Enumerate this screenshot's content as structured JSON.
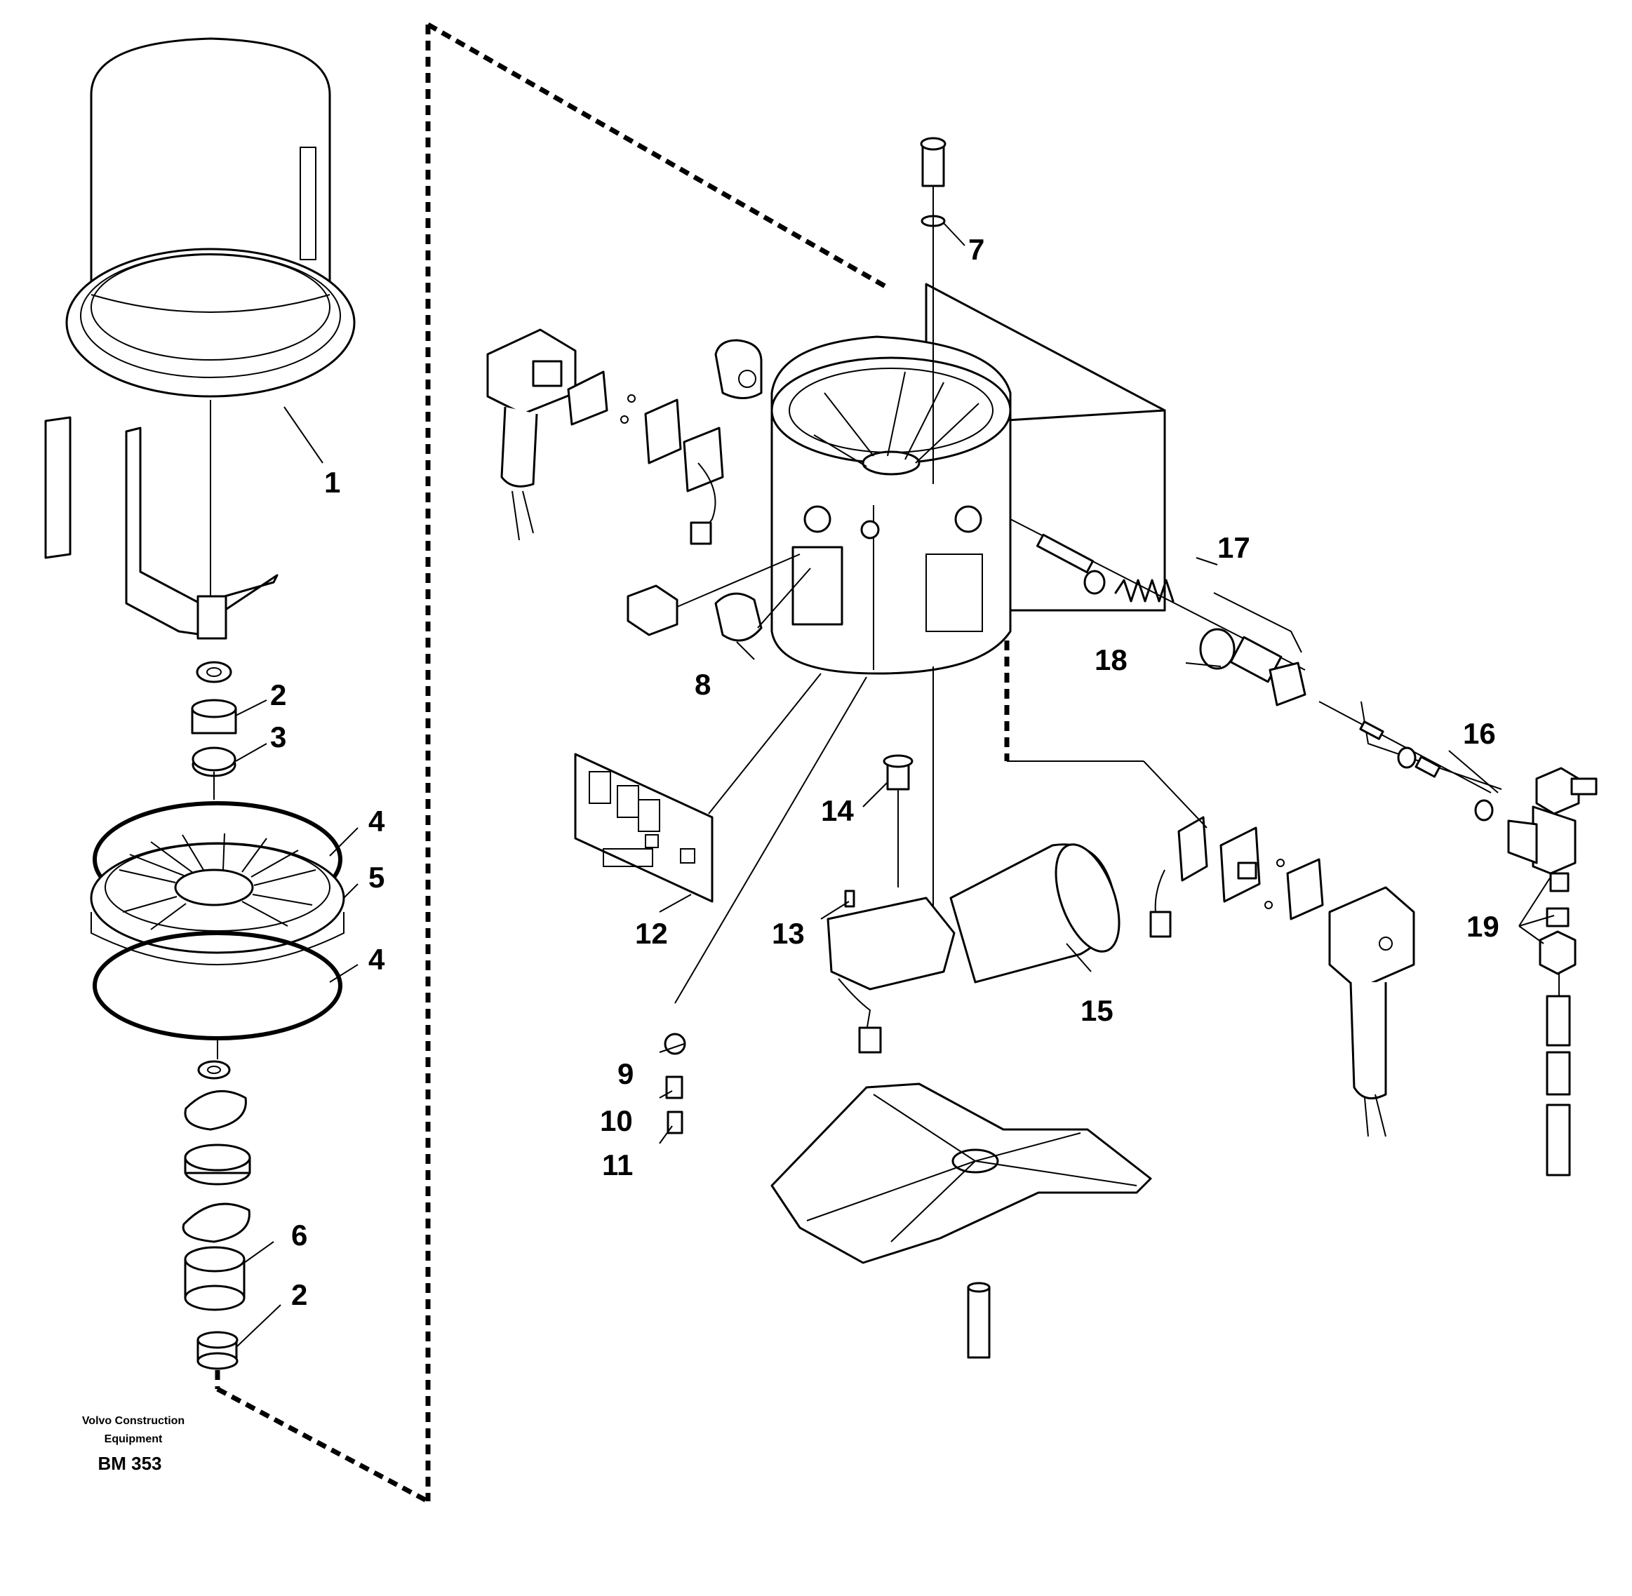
{
  "caption": {
    "company_line1": "Volvo Construction",
    "company_line2": "Equipment",
    "code": "BM 353"
  },
  "callouts": [
    "1",
    "2",
    "3",
    "4",
    "5",
    "4",
    "6",
    "2",
    "7",
    "8",
    "9",
    "10",
    "11",
    "12",
    "13",
    "14",
    "15",
    "16",
    "17",
    "18",
    "19"
  ]
}
